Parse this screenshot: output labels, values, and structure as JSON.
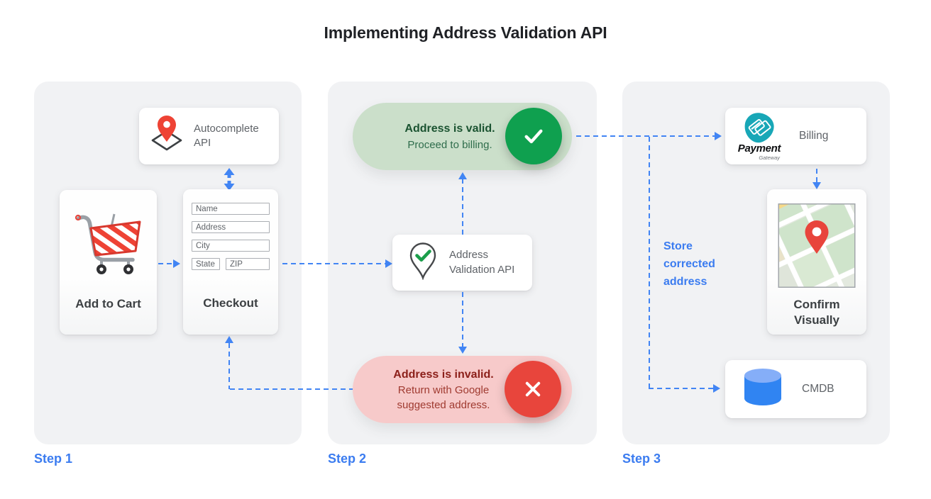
{
  "title": "Implementing Address Validation API",
  "steps": {
    "step1": {
      "label": "Step 1",
      "autocomplete": {
        "name": "Autocomplete\nAPI"
      },
      "add_to_cart": {
        "label": "Add to Cart"
      },
      "checkout": {
        "label": "Checkout",
        "fields": {
          "name": "Name",
          "address": "Address",
          "city": "City",
          "state": "State",
          "zip": "ZIP"
        }
      }
    },
    "step2": {
      "label": "Step 2",
      "valid": {
        "title": "Address is valid.",
        "subtitle": "Proceed to billing."
      },
      "api": {
        "name": "Address\nValidation API"
      },
      "invalid": {
        "title": "Address is invalid.",
        "subtitle": "Return with Google\nsuggested address."
      }
    },
    "step3": {
      "label": "Step 3",
      "billing": {
        "label": "Billing",
        "logo_title": "Payment",
        "logo_subtitle": "Gateway"
      },
      "confirm": {
        "label": "Confirm\nVisually"
      },
      "cmdb": {
        "label": "CMDB"
      },
      "note": "Store\ncorrected\naddress"
    }
  },
  "icons": {
    "autocomplete": "map-pin-diamond-icon",
    "add_to_cart": "shopping-cart-icon",
    "validation_api": "pin-check-icon",
    "valid": "check-icon",
    "invalid": "x-icon",
    "billing": "payment-gateway-logo",
    "confirm": "map-thumbnail",
    "cmdb": "database-cylinder-icon"
  },
  "colors": {
    "arrow": "#4285f4",
    "blue_text": "#3b7cf0",
    "panel": "#f1f2f4",
    "valid_pill_bg": "#cbdfca",
    "invalid_pill_bg": "#f7caca",
    "valid_circle": "#0fa04f",
    "invalid_circle": "#e8453c"
  }
}
